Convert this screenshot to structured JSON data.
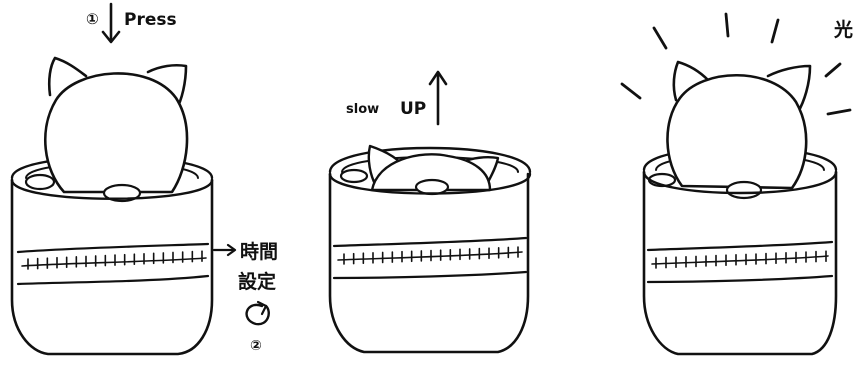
{
  "step1": {
    "marker": "①",
    "press_label": "Press",
    "time_setting_label_line1": "時間",
    "time_setting_label_line2": "設定",
    "rotate_marker": "②"
  },
  "step2": {
    "slow_label": "slow",
    "up_label": "UP"
  },
  "step3": {
    "light_label": "光"
  },
  "colors": {
    "ink": "#111111",
    "paper": "#ffffff"
  }
}
